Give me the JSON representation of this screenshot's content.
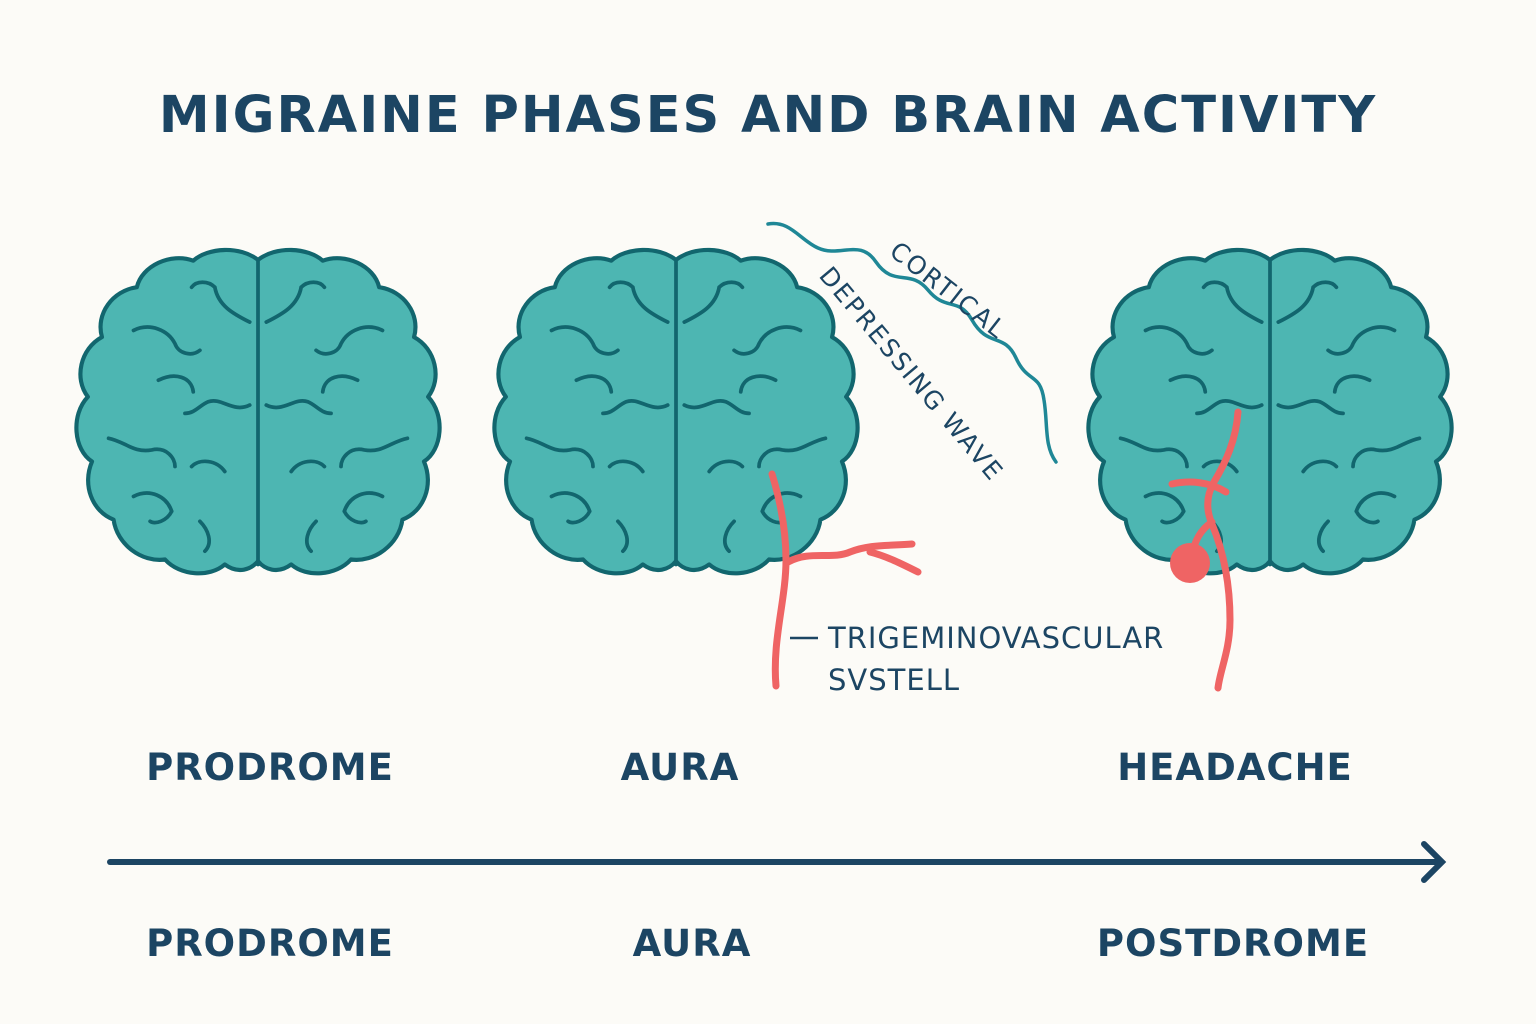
{
  "title": "MIGRAINE PHASES AND BRAIN ACTIVITY",
  "brain_phase_labels": [
    "PRODROME",
    "AURA",
    "HEADACHE"
  ],
  "annotations": {
    "wave_line1": "CORTICAL",
    "wave_line2": "DEPRESSING WAVE",
    "vessel_line1": "TRIGEMINOVASCULAR",
    "vessel_line2": "SVSTELL"
  },
  "timeline_labels": [
    "PRODROME",
    "AURA",
    "POSTDROME"
  ],
  "colors": {
    "brain_fill": "#4db6b2",
    "brain_outline": "#12666e",
    "vessel": "#ef6464",
    "text": "#1c4563",
    "background": "#fcfbf7"
  },
  "icons": [
    "brain-icon",
    "blood-vessel-icon",
    "wave-icon",
    "arrow-right-icon"
  ]
}
